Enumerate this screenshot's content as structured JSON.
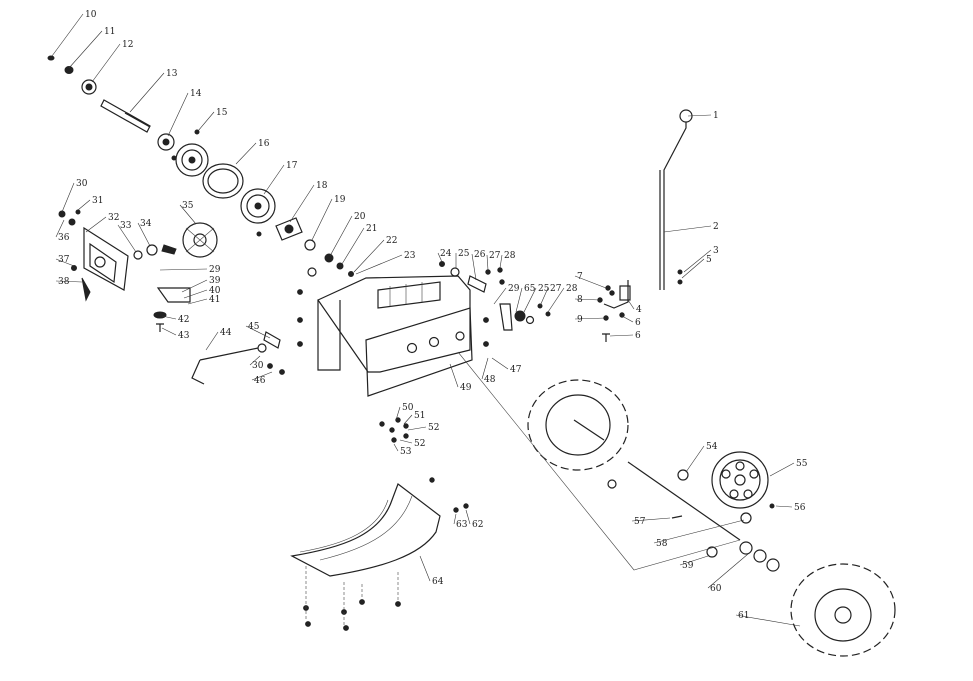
{
  "diagram": {
    "type": "exploded parts diagram",
    "callouts": [
      {
        "id": "c1",
        "label": "1"
      },
      {
        "id": "c2",
        "label": "2"
      },
      {
        "id": "c3",
        "label": "3"
      },
      {
        "id": "c4",
        "label": "4"
      },
      {
        "id": "c5",
        "label": "5"
      },
      {
        "id": "c6a",
        "label": "6"
      },
      {
        "id": "c6b",
        "label": "6"
      },
      {
        "id": "c7",
        "label": "7"
      },
      {
        "id": "c8",
        "label": "8"
      },
      {
        "id": "c9",
        "label": "9"
      },
      {
        "id": "c10",
        "label": "10"
      },
      {
        "id": "c11",
        "label": "11"
      },
      {
        "id": "c12",
        "label": "12"
      },
      {
        "id": "c13",
        "label": "13"
      },
      {
        "id": "c14",
        "label": "14"
      },
      {
        "id": "c15",
        "label": "15"
      },
      {
        "id": "c16",
        "label": "16"
      },
      {
        "id": "c17",
        "label": "17"
      },
      {
        "id": "c18",
        "label": "18"
      },
      {
        "id": "c19",
        "label": "19"
      },
      {
        "id": "c20",
        "label": "20"
      },
      {
        "id": "c21",
        "label": "21"
      },
      {
        "id": "c22",
        "label": "22"
      },
      {
        "id": "c23",
        "label": "23"
      },
      {
        "id": "c24",
        "label": "24"
      },
      {
        "id": "c25a",
        "label": "25"
      },
      {
        "id": "c25b",
        "label": "25"
      },
      {
        "id": "c26",
        "label": "26"
      },
      {
        "id": "c27a",
        "label": "27"
      },
      {
        "id": "c27b",
        "label": "27"
      },
      {
        "id": "c28a",
        "label": "28"
      },
      {
        "id": "c28b",
        "label": "28"
      },
      {
        "id": "c29a",
        "label": "29"
      },
      {
        "id": "c29b",
        "label": "29"
      },
      {
        "id": "c30a",
        "label": "30"
      },
      {
        "id": "c30b",
        "label": "30"
      },
      {
        "id": "c31",
        "label": "31"
      },
      {
        "id": "c32",
        "label": "32"
      },
      {
        "id": "c33",
        "label": "33"
      },
      {
        "id": "c34",
        "label": "34"
      },
      {
        "id": "c35",
        "label": "35"
      },
      {
        "id": "c36",
        "label": "36"
      },
      {
        "id": "c37",
        "label": "37"
      },
      {
        "id": "c38",
        "label": "38"
      },
      {
        "id": "c39",
        "label": "39"
      },
      {
        "id": "c40",
        "label": "40"
      },
      {
        "id": "c41",
        "label": "41"
      },
      {
        "id": "c42",
        "label": "42"
      },
      {
        "id": "c43",
        "label": "43"
      },
      {
        "id": "c44",
        "label": "44"
      },
      {
        "id": "c45",
        "label": "45"
      },
      {
        "id": "c46",
        "label": "46"
      },
      {
        "id": "c47",
        "label": "47"
      },
      {
        "id": "c48",
        "label": "48"
      },
      {
        "id": "c49",
        "label": "49"
      },
      {
        "id": "c50",
        "label": "50"
      },
      {
        "id": "c51",
        "label": "51"
      },
      {
        "id": "c52a",
        "label": "52"
      },
      {
        "id": "c52b",
        "label": "52"
      },
      {
        "id": "c53",
        "label": "53"
      },
      {
        "id": "c54",
        "label": "54"
      },
      {
        "id": "c55",
        "label": "55"
      },
      {
        "id": "c56",
        "label": "56"
      },
      {
        "id": "c57",
        "label": "57"
      },
      {
        "id": "c58",
        "label": "58"
      },
      {
        "id": "c59",
        "label": "59"
      },
      {
        "id": "c60",
        "label": "60"
      },
      {
        "id": "c61",
        "label": "61"
      },
      {
        "id": "c62",
        "label": "62"
      },
      {
        "id": "c63",
        "label": "63"
      },
      {
        "id": "c64",
        "label": "64"
      },
      {
        "id": "c65",
        "label": "65"
      }
    ]
  }
}
